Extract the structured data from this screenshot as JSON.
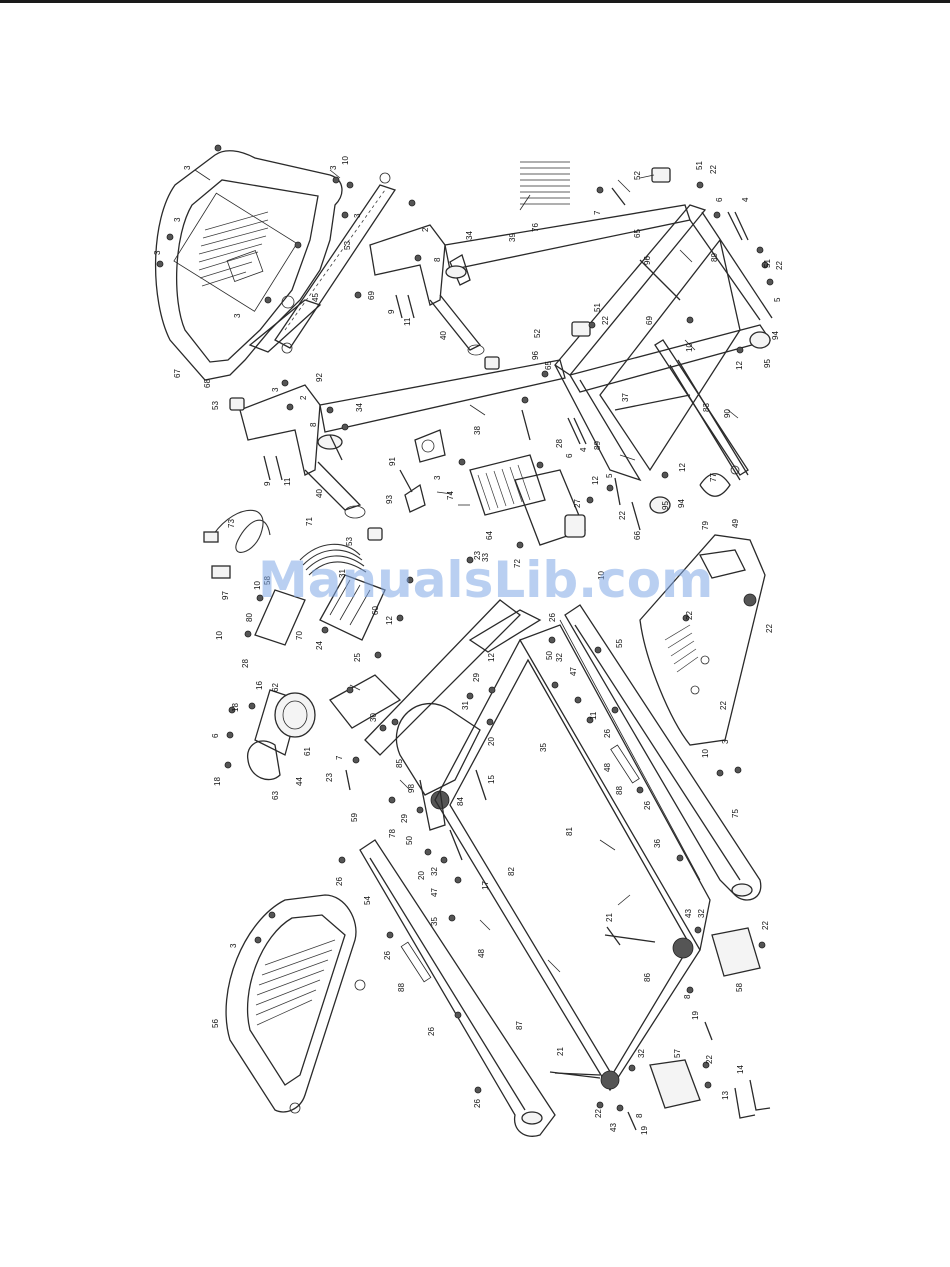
{
  "watermark": "ManualsLib.com",
  "diagram": {
    "labels": [
      "3",
      "10",
      "3",
      "3",
      "3",
      "67",
      "68",
      "53",
      "45",
      "3",
      "3",
      "69",
      "2",
      "8",
      "9",
      "11",
      "40",
      "92",
      "34",
      "3",
      "2",
      "8",
      "53",
      "9",
      "11",
      "40",
      "53",
      "73",
      "71",
      "97",
      "10",
      "58",
      "80",
      "28",
      "10",
      "24",
      "70",
      "25",
      "12",
      "30",
      "7",
      "23",
      "31",
      "60",
      "16",
      "62",
      "18",
      "6",
      "61",
      "63",
      "44",
      "18",
      "91",
      "3",
      "93",
      "74",
      "38",
      "65",
      "96",
      "39",
      "34",
      "52",
      "76",
      "51",
      "22",
      "6",
      "4",
      "89",
      "94",
      "95",
      "5",
      "51",
      "22",
      "10",
      "12",
      "83",
      "90",
      "37",
      "69",
      "65",
      "96",
      "7",
      "52",
      "51",
      "22",
      "28",
      "6",
      "4",
      "89",
      "12",
      "5",
      "22",
      "66",
      "27",
      "64",
      "23",
      "33",
      "72",
      "10",
      "12",
      "94",
      "95",
      "79",
      "77",
      "49",
      "22",
      "22",
      "22",
      "75",
      "10",
      "3",
      "55",
      "26",
      "50",
      "32",
      "47",
      "11",
      "35",
      "26",
      "48",
      "88",
      "26",
      "36",
      "81",
      "82",
      "20",
      "29",
      "12",
      "31",
      "15",
      "85",
      "84",
      "98",
      "78",
      "29",
      "50",
      "20",
      "59",
      "32",
      "47",
      "17",
      "35",
      "48",
      "54",
      "26",
      "26",
      "88",
      "26",
      "21",
      "87",
      "21",
      "32",
      "57",
      "22",
      "14",
      "13",
      "43",
      "8",
      "19",
      "22",
      "86",
      "8",
      "19",
      "43",
      "32",
      "22",
      "58",
      "26",
      "3",
      "56"
    ]
  }
}
